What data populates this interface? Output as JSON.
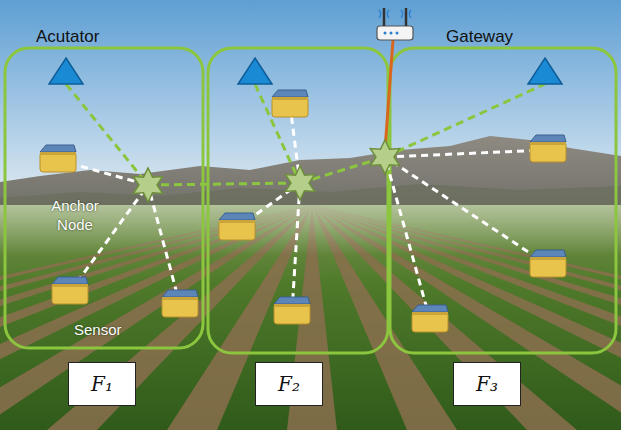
{
  "diagram": {
    "nodes": [
      {
        "text": [
          "F₁"
        ]
      },
      {
        "text": [
          "F₂"
        ]
      },
      {
        "text": [
          "F₃"
        ]
      }
    ],
    "labels": [
      "Acutator",
      "Gateway",
      "Anchor Node",
      "Sensor"
    ]
  }
}
